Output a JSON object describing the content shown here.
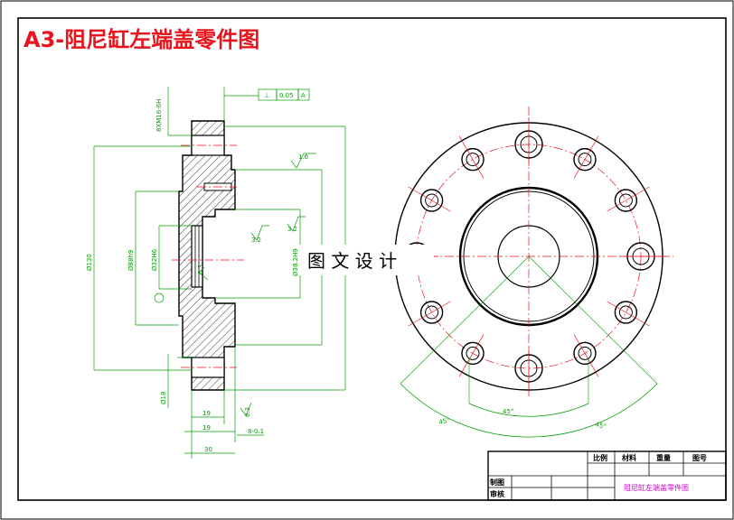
{
  "title": "A3-阻尼缸左端盖零件图",
  "watermark": "图 文 设 计",
  "colors": {
    "title": "#e8141e",
    "dimension": "#00a000",
    "centerline": "#e8141e",
    "magenta": "#d000d0",
    "outline": "#000000"
  },
  "side_view": {
    "thread_callout": "8XM16-6H",
    "tolerance_frame": [
      "⊥",
      "0.05",
      "A"
    ],
    "roughness_top": "1.6",
    "roughness_a": "3.2",
    "roughness_b": "3.2",
    "roughness_c": "6.3",
    "roughness_d": "6.3",
    "dia_130": "Ø130",
    "dia_88": "Ø88h9",
    "dia_32": "Ø32H6",
    "dia_38": "Ø38.2H9",
    "dia_18": "Ø18",
    "len_19a": "19",
    "len_19b": "19",
    "len_30": "30",
    "len_8": "8-0.1"
  },
  "front_view": {
    "hole_count": 12,
    "angle_a": "45°",
    "angle_b": "45°",
    "angle_c": "45°"
  },
  "title_block": {
    "col_scale": "比例",
    "col_material": "材料",
    "col_weight": "重量",
    "col_drawing_no": "图号",
    "part_name": "阻尼缸左端盖零件图",
    "row_draw": "制图",
    "row_review": "审核"
  }
}
